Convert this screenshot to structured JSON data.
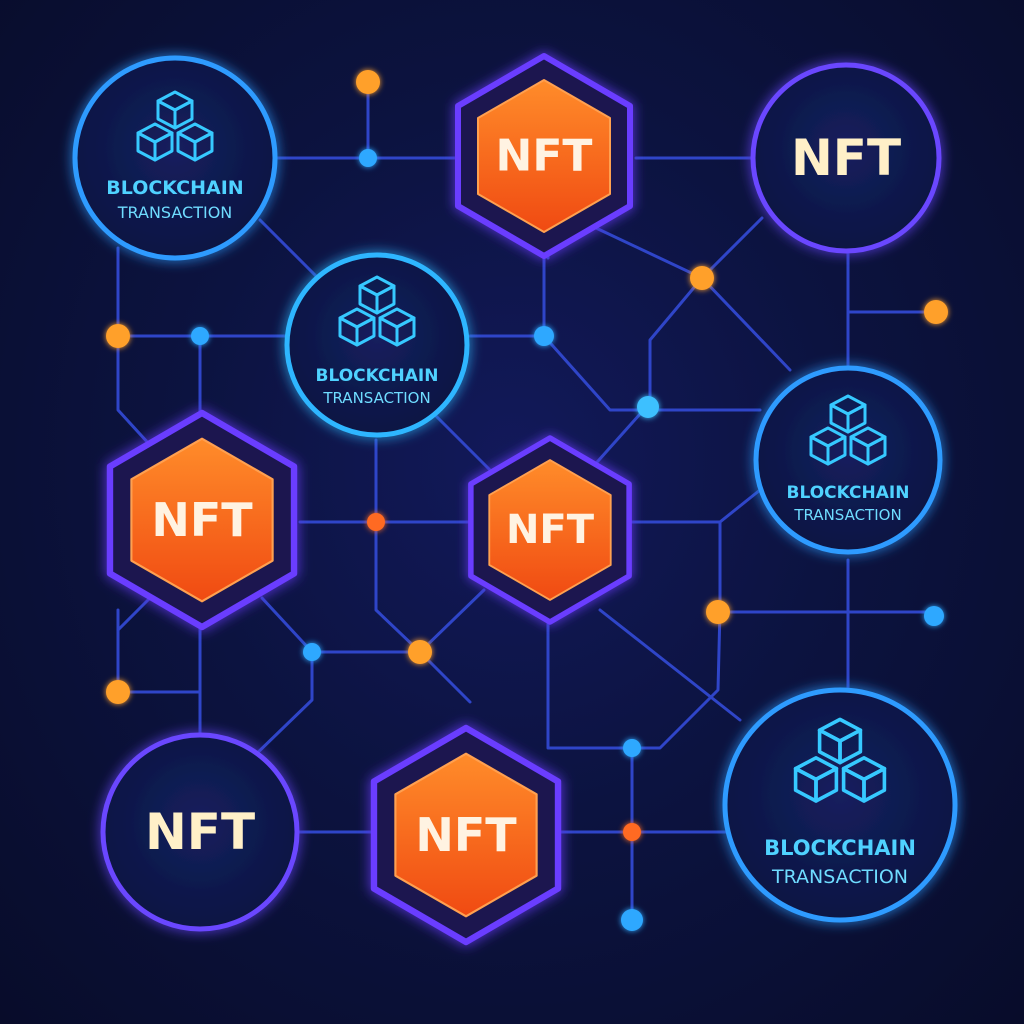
{
  "labels": {
    "nft": "NFT",
    "blockchain_line1": "BLOCKCHAIN",
    "blockchain_line2": "TRANSACTION"
  },
  "colors": {
    "background": "#0b1030",
    "line": "#2f45c8",
    "blue_dot": "#2ea8ff",
    "orange_dot": "#ffa02a",
    "hex_fill": "#ff6a1a",
    "hex_border": "#6a3cff",
    "circle_border_blue": "#2f9bff",
    "circle_border_purple": "#6b46ff",
    "cube_stroke": "#36c9ff",
    "nft_text": "#fff0c8"
  },
  "icons": {
    "cube": "cube-stack-icon"
  }
}
